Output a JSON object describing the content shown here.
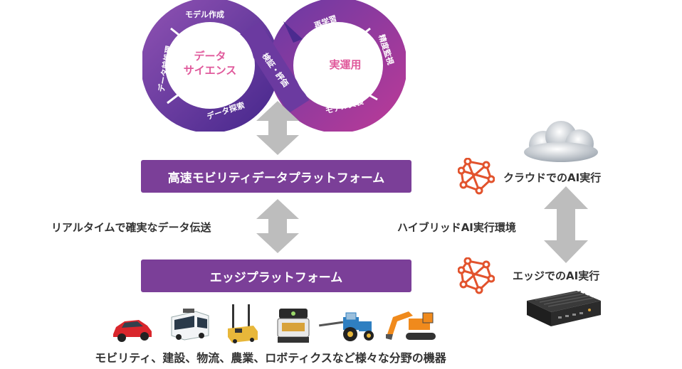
{
  "loop": {
    "left_center": "データ\nサイエンス",
    "left_center_line1": "データ",
    "left_center_line2": "サイエンス",
    "right_center": "実運用",
    "segments": {
      "model_create": "モデル作成",
      "data_preprocess": "データ前処理",
      "data_explore": "データ探索",
      "verify_eval": "検証・評価",
      "retrain": "再学習",
      "accuracy_monitor": "精度監視",
      "model_deploy": "モデル実装"
    }
  },
  "platforms": {
    "high_speed": "高速モビリティデータプラットフォーム",
    "edge": "エッジプラットフォーム"
  },
  "labels": {
    "realtime": "リアルタイムで確実なデータ伝送",
    "hybrid": "ハイブリッドAI実行環境",
    "cloud": "クラウドでのAI実行",
    "edge_ai": "エッジでのAI実行"
  },
  "footer": "モビリティ、建設、物流、農業、ロボティクスなど様々な分野の機器",
  "colors": {
    "purple": "#7b3f98",
    "pink": "#e05a9c",
    "orange": "#e2532d",
    "gray_arrow": "#bdbdbd"
  }
}
